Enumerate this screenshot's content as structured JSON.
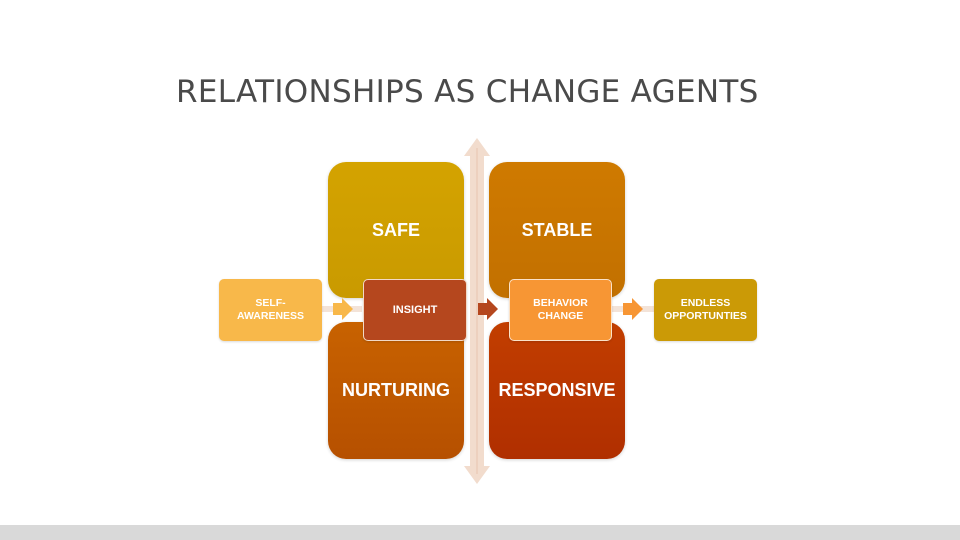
{
  "title": "RELATIONSHIPS AS CHANGE AGENTS",
  "quadrants": {
    "safe": "SAFE",
    "stable": "STABLE",
    "nurturing": "NURTURING",
    "responsive": "RESPONSIVE"
  },
  "flow": {
    "self_awareness": "SELF-\nAWARENESS",
    "insight": "INSIGHT",
    "behavior_change": "BEHAVIOR\nCHANGE",
    "endless_opportunities": "ENDLESS\nOPPORTUNTIES"
  },
  "colors": {
    "safe": "#cf9f00",
    "stable": "#c87500",
    "nurturing": "#bf5900",
    "responsive": "#b83500",
    "self_awareness": "#f8b84a",
    "insight": "#b5471e",
    "behavior_change": "#f79634",
    "endless_opportunities": "#cb9a06",
    "axis": "#f0d6c6"
  }
}
